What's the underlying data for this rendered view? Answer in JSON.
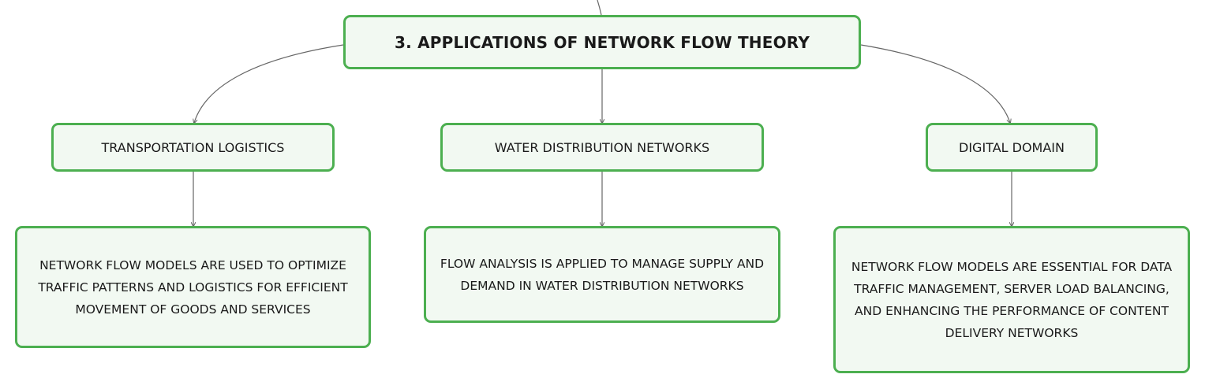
{
  "diagram": {
    "root": {
      "title": "3. APPLICATIONS OF NETWORK FLOW THEORY"
    },
    "branches": [
      {
        "label": "TRANSPORTATION LOGISTICS",
        "detail": "NETWORK FLOW MODELS ARE USED TO OPTIMIZE TRAFFIC PATTERNS AND LOGISTICS FOR EFFICIENT MOVEMENT OF GOODS AND SERVICES"
      },
      {
        "label": "WATER DISTRIBUTION NETWORKS",
        "detail": "FLOW ANALYSIS IS APPLIED TO MANAGE SUPPLY AND DEMAND IN WATER DISTRIBUTION NETWORKS"
      },
      {
        "label": "DIGITAL DOMAIN",
        "detail": "NETWORK FLOW MODELS ARE ESSENTIAL FOR DATA TRAFFIC MANAGEMENT, SERVER LOAD BALANCING, AND ENHANCING THE PERFORMANCE OF CONTENT DELIVERY NETWORKS"
      }
    ],
    "colors": {
      "node_border": "#4caf50",
      "node_fill": "#f2f9f2",
      "connector": "#666666",
      "text": "#1a1a1a"
    }
  }
}
